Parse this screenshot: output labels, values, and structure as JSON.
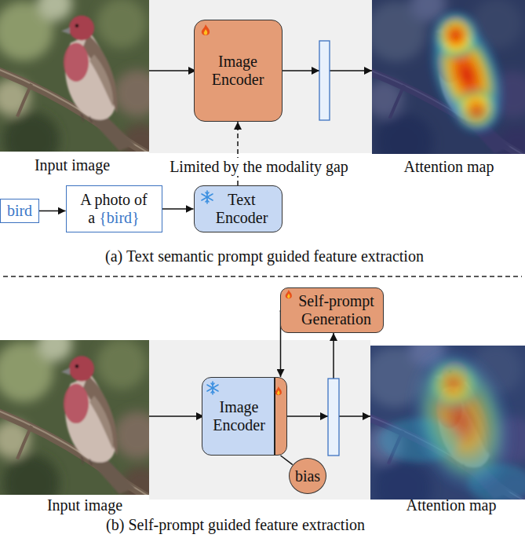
{
  "diagram": {
    "nodes": [
      {
        "text": [
          "Image Encoder"
        ]
      },
      {
        "text": [
          "bird"
        ]
      },
      {
        "text": [
          "A photo of a",
          "{bird}"
        ]
      },
      {
        "text": [
          "Text Encoder"
        ]
      },
      {
        "text": [
          "Self-prompt Generation"
        ]
      },
      {
        "text": [
          "Image Encoder"
        ]
      },
      {
        "text": [
          "bias"
        ]
      }
    ],
    "edges": [
      {
        "from": 1,
        "to": 2,
        "arrow": "to"
      },
      {
        "from": 2,
        "to": 3,
        "arrow": "to"
      },
      {
        "from": 3,
        "to": 0,
        "arrow": "to"
      },
      {
        "from": 4,
        "to": 5,
        "arrow": "to"
      },
      {
        "from": 5,
        "to": 6,
        "arrow": "none"
      }
    ],
    "labels": [
      "Input image",
      "Limited by the modality gap",
      "Attention map",
      "(a) Text semantic prompt guided feature extraction",
      "Input image",
      "Attention map",
      "(b) Self-prompt guided feature extraction"
    ]
  }
}
